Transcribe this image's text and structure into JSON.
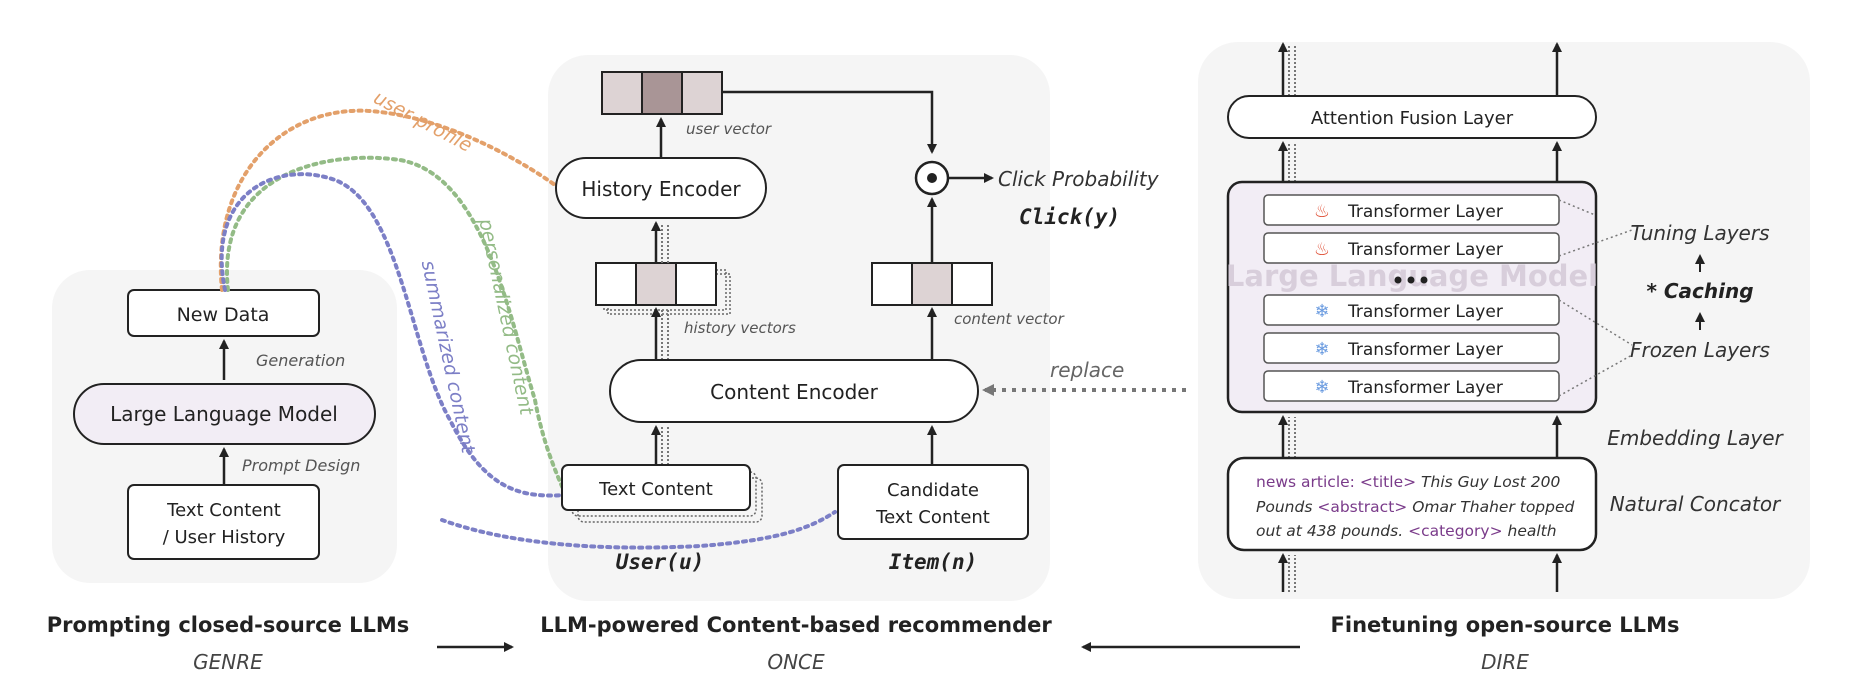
{
  "left_panel": {
    "new_data": "New Data",
    "generation": "Generation",
    "llm": "Large Language Model",
    "prompt_design": "Prompt Design",
    "text_content_line1": "Text Content",
    "text_content_line2": "/ User History",
    "title": "Prompting closed-source LLMs",
    "subtitle": "GENRE"
  },
  "curves": {
    "user_profile": "user profile",
    "personalized_content": "personalized content",
    "summarized_content": "summarized content",
    "colors": {
      "user_profile": "#e3a06a",
      "personalized_content": "#93bb86",
      "summarized_content": "#7c7fc6"
    }
  },
  "middle_panel": {
    "user_vector": "user vector",
    "history_encoder": "History Encoder",
    "history_vectors": "history vectors",
    "content_vector": "content vector",
    "content_encoder": "Content Encoder",
    "click_probability": "Click Probability",
    "click_fn": "Click(y)",
    "text_content": "Text Content",
    "candidate_line1": "Candidate",
    "candidate_line2": "Text Content",
    "user_fn": "User(u)",
    "item_fn": "Item(n)",
    "replace": "replace",
    "title": "LLM-powered Content-based recommender",
    "subtitle": "ONCE"
  },
  "right_panel": {
    "attention_fusion": "Attention Fusion Layer",
    "transformer_layer": "Transformer Layer",
    "llm_watermark": "Large Language Model",
    "tuning_layers": "Tuning Layers",
    "caching": "* Caching",
    "frozen_layers": "Frozen Layers",
    "embedding_layer": "Embedding Layer",
    "natural_concator": "Natural Concator",
    "news_prefix": "news article: ",
    "tag_title": "<title>",
    "title_text": " This Guy Lost 200",
    "line2_start": "Pounds ",
    "tag_abstract": "<abstract>",
    "abstract_text": " Omar Thaher topped",
    "line3_start": "out at 438 pounds. ",
    "tag_category": "<category>",
    "category_text": " health",
    "title": "Finetuning open-source LLMs",
    "subtitle": "DIRE",
    "layers": [
      {
        "icon": "fire-icon"
      },
      {
        "icon": "fire-icon"
      },
      {
        "icon": "snowflake-icon"
      },
      {
        "icon": "snowflake-icon"
      },
      {
        "icon": "snowflake-icon"
      }
    ],
    "colors": {
      "fire": "#e0533a",
      "snow": "#6a9be0",
      "tag": "#7a3b8a",
      "llm_fill": "#f2edf5"
    }
  }
}
